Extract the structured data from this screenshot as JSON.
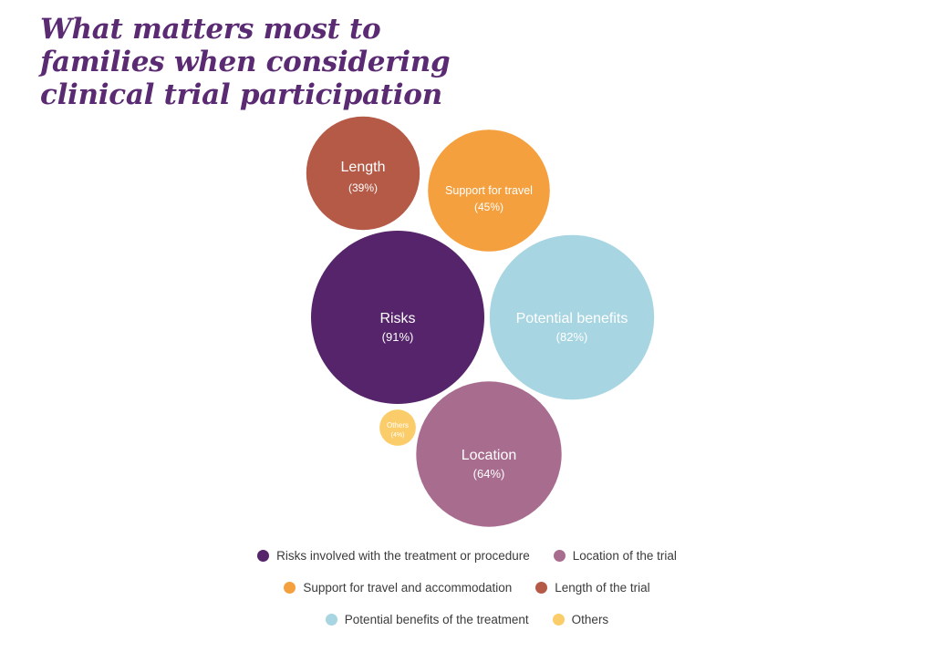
{
  "title": "What matters most to families when considering clinical trial participation",
  "chart_data": {
    "type": "bubble",
    "title": "What matters most to families when considering clinical trial participation",
    "series": [
      {
        "key": "length",
        "label": "Length",
        "value": 39,
        "value_label": "(39%)",
        "legend": "Length of the trial",
        "color": "#b55a47"
      },
      {
        "key": "travel",
        "label": "Support for travel",
        "value": 45,
        "value_label": "(45%)",
        "legend": "Support for travel and accommodation",
        "color": "#f5a03e"
      },
      {
        "key": "risks",
        "label": "Risks",
        "value": 91,
        "value_label": "(91%)",
        "legend": "Risks involved with the treatment or procedure",
        "color": "#55246b"
      },
      {
        "key": "benefits",
        "label": "Potential benefits",
        "value": 82,
        "value_label": "(82%)",
        "legend": "Potential benefits of the treatment",
        "color": "#a8d5e2"
      },
      {
        "key": "others",
        "label": "Others",
        "value": 4,
        "value_label": "(4%)",
        "legend": "Others",
        "color": "#fbcd6a"
      },
      {
        "key": "location",
        "label": "Location",
        "value": 64,
        "value_label": "(64%)",
        "legend": "Location of the trial",
        "color": "#a86c8f"
      }
    ],
    "legend_rows": [
      [
        "risks",
        "location"
      ],
      [
        "travel",
        "length"
      ],
      [
        "benefits",
        "others"
      ]
    ]
  }
}
